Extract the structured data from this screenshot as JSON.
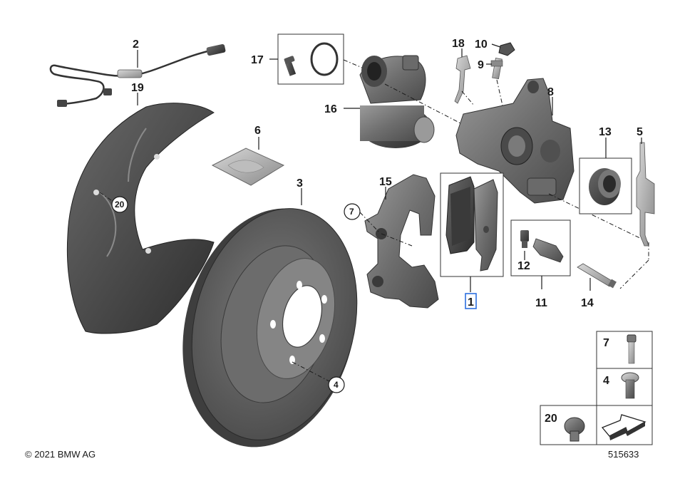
{
  "diagram": {
    "footer_copyright": "© 2021 BMW AG",
    "footer_id": "515633",
    "callouts": {
      "p1": "1",
      "p2": "2",
      "p3": "3",
      "p5": "5",
      "p6": "6",
      "p8": "8",
      "p9": "9",
      "p10": "10",
      "p11": "11",
      "p12": "12",
      "p13": "13",
      "p14": "14",
      "p15": "15",
      "p16": "16",
      "p17": "17",
      "p18": "18",
      "p19": "19"
    },
    "circled_callouts": {
      "c7": "7",
      "c20": "20",
      "c4": "4"
    },
    "hardware_panel": {
      "row1": "7",
      "row2": "4",
      "row3": "20"
    },
    "selected_callout": "1"
  }
}
